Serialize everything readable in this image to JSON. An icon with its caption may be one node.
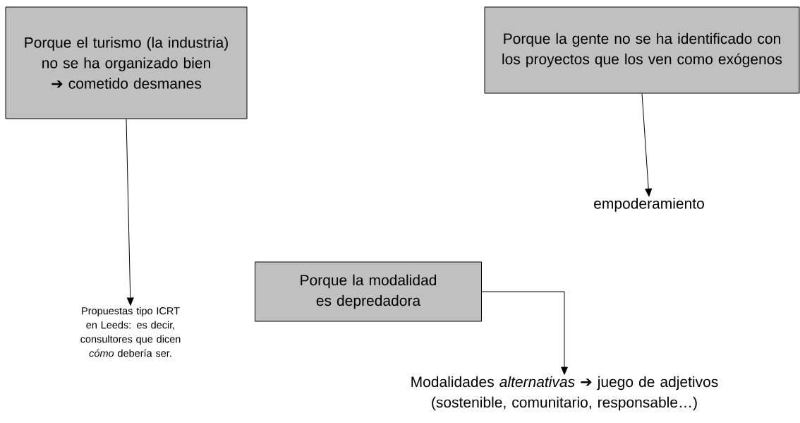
{
  "diagram": {
    "nodes": [
      {
        "text": [
          "Porque el turismo (la industria) no se ha organizado bien ➔ cometido desmanes"
        ]
      },
      {
        "text": [
          "Porque la gente no se ha identificado con los proyectos que los ven como exógenos"
        ]
      },
      {
        "text": [
          "empoderamiento"
        ]
      },
      {
        "text": [
          "Propuestas tipo ICRT en Leeds: es decir, consultores que dicen *cómo* debería ser."
        ]
      },
      {
        "text": [
          "Porque la modalidad es depredadora"
        ]
      },
      {
        "text": [
          "Modalidades *alternativas* ➔ juego de adjetivos (sostenible, comunitario, responsable…)"
        ]
      }
    ],
    "edges": [
      {
        "from": 0,
        "to": 3,
        "arrow": "to"
      },
      {
        "from": 1,
        "to": 2,
        "arrow": "to"
      },
      {
        "from": 4,
        "to": 5,
        "arrow": "to"
      }
    ]
  }
}
